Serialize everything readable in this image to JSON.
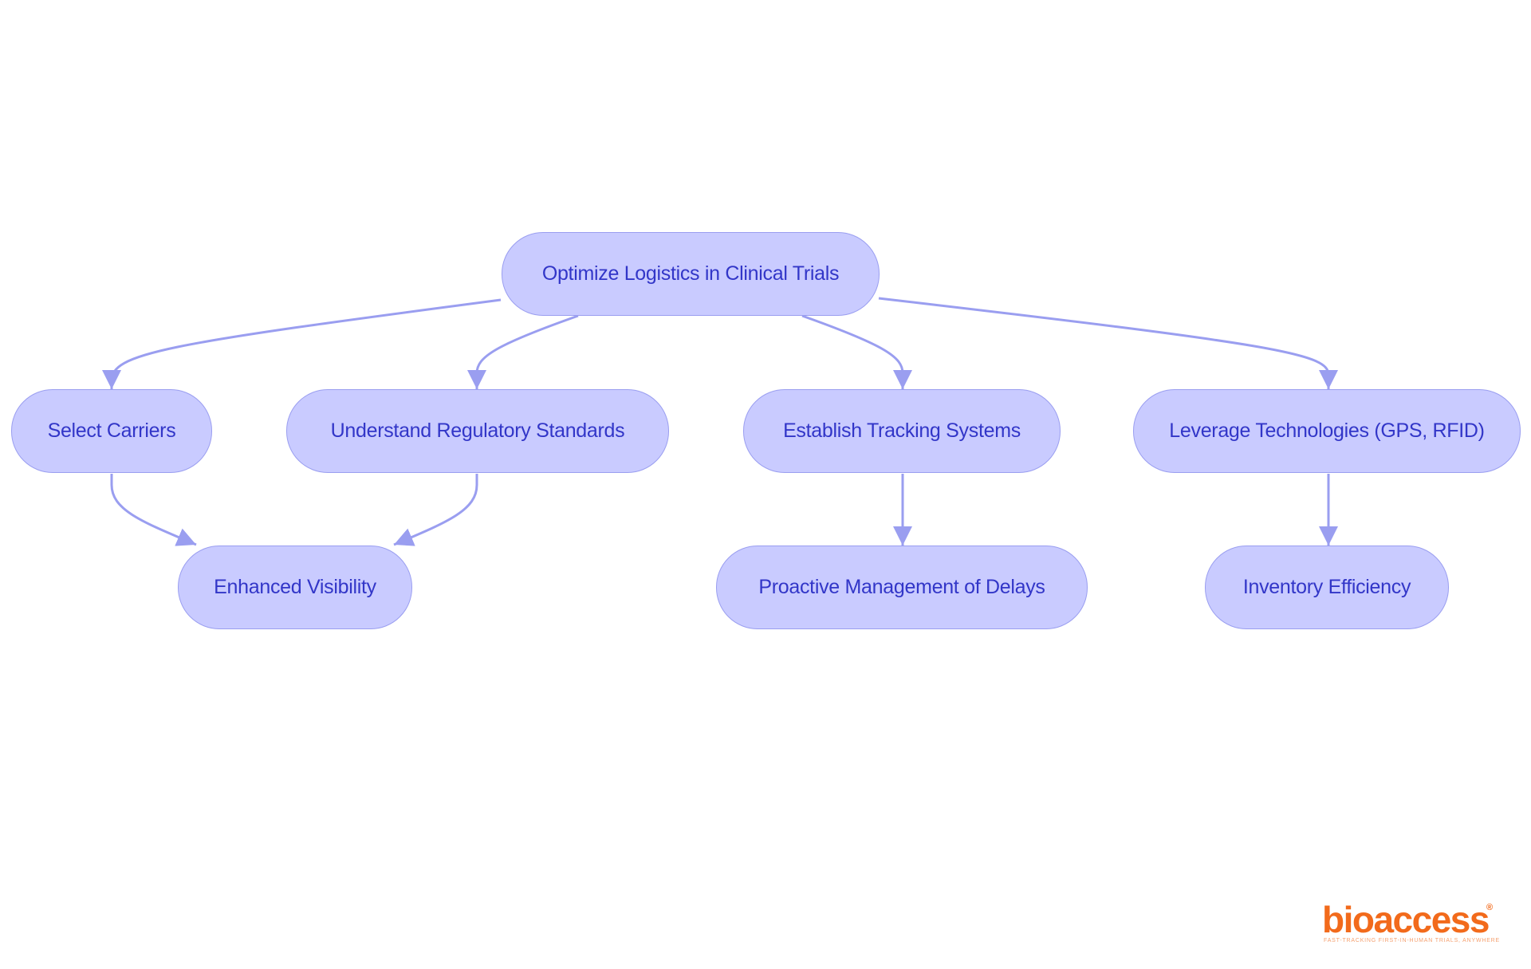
{
  "diagram": {
    "nodes": {
      "root": "Optimize Logistics in Clinical Trials",
      "carriers": "Select Carriers",
      "regulatory": "Understand Regulatory Standards",
      "tracking": "Establish Tracking Systems",
      "technologies": "Leverage Technologies (GPS, RFID)",
      "visibility": "Enhanced Visibility",
      "delays": "Proactive Management of Delays",
      "inventory": "Inventory Efficiency"
    },
    "edges": [
      {
        "from": "root",
        "to": "carriers"
      },
      {
        "from": "root",
        "to": "regulatory"
      },
      {
        "from": "root",
        "to": "tracking"
      },
      {
        "from": "root",
        "to": "technologies"
      },
      {
        "from": "carriers",
        "to": "visibility"
      },
      {
        "from": "regulatory",
        "to": "visibility"
      },
      {
        "from": "tracking",
        "to": "delays"
      },
      {
        "from": "technologies",
        "to": "inventory"
      }
    ],
    "colors": {
      "node_fill": "#c9cbff",
      "node_border": "#9a9ef0",
      "text": "#3236c8",
      "edge": "#9a9ef0"
    }
  },
  "logo": {
    "name": "bioaccess",
    "registered_mark": "®",
    "tagline": "FAST-TRACKING FIRST-IN-HUMAN TRIALS, ANYWHERE",
    "color": "#f26a1b"
  }
}
